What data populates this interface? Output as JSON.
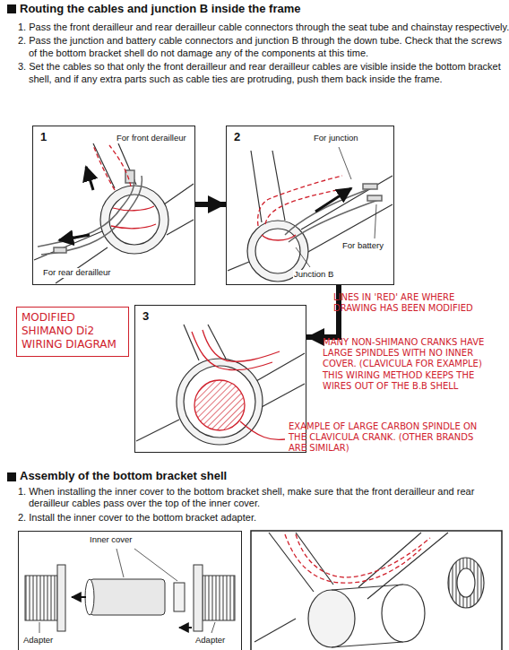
{
  "diagram": {
    "title": "Routing the cables and junction B inside the frame",
    "nodes": [
      {
        "text": [
          "1",
          "For front derailleur",
          "For rear derailleur"
        ]
      },
      {
        "text": [
          "2",
          "For junction",
          "For battery",
          "Junction B"
        ]
      },
      {
        "text": [
          "MODIFIED SHIMANO Di2 WIRING DIAGRAM"
        ]
      },
      {
        "text": [
          "3"
        ]
      },
      {
        "text": [
          "Inner cover",
          "Adapter",
          "Adapter"
        ]
      }
    ],
    "edges": [
      {
        "from": 0,
        "to": 1,
        "arrow": "to"
      },
      {
        "from": 1,
        "to": 3,
        "arrow": "to"
      }
    ],
    "labels": [
      "1. Pass the front derailleur and rear derailleur cable connectors through the seat tube and chainstay respectively.",
      "2. Pass the junction and battery cable connectors and junction B through the down tube. Check that the screws of the bottom bracket shell do not damage any of the components at this time.",
      "3. Set the cables so that only the front derailleur and rear derailleur cables are visible inside the bottom bracket shell, and if any extra parts such as cable ties are protruding, push them back inside the frame.",
      "LINES IN 'RED' ARE WHERE DRAWING HAS BEEN MODIFIED",
      "MANY NON-SHIMANO CRANKS HAVE LARGE SPINDLES WITH NO INNER COVER. (CLAVICULA FOR EXAMPLE) THIS WIRING METHOD KEEPS THE WIRES OUT OF THE B.B SHELL",
      "EXAMPLE OF LARGE CARBON SPINDLE ON THE CLAVICULA CRANK. (OTHER BRANDS ARE SIMILAR)",
      "Assembly of the bottom bracket shell",
      "1. When installing the inner cover to the bottom bracket shell, make sure that the front derailleur and rear derailleur cables pass over the top of the inner cover.",
      "2. Install the inner cover to the bottom bracket adapter."
    ]
  }
}
